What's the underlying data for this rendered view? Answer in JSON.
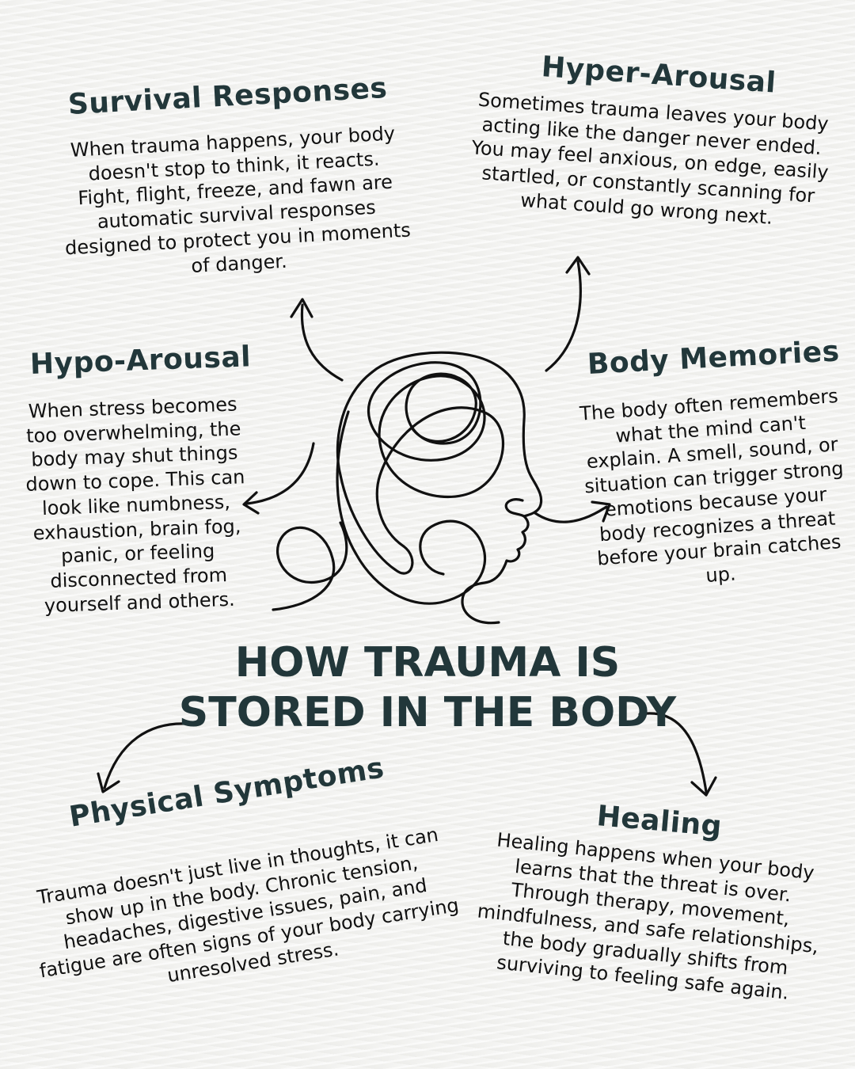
{
  "title": {
    "line1": "HOW TRAUMA IS",
    "line2": "STORED IN THE BODY"
  },
  "sections": {
    "survival": {
      "heading": "Survival Responses",
      "text": "When trauma happens, your body doesn't stop to think, it reacts. Fight, flight, freeze, and fawn are automatic survival responses designed to protect you in moments of danger."
    },
    "hyper": {
      "heading": "Hyper-Arousal",
      "text": "Sometimes trauma leaves your body acting like the danger never ended. You may feel anxious, on edge, easily startled, or constantly scanning for what could go wrong next."
    },
    "hypo": {
      "heading": "Hypo-Arousal",
      "text": "When stress becomes too overwhelming, the body may shut things down to cope. This can look like numbness, exhaustion, brain fog, panic, or feeling disconnected from yourself and others."
    },
    "memories": {
      "heading": "Body Memories",
      "text": "The body often remembers what the mind can't explain. A smell, sound, or situation can trigger strong emotions because your body recognizes a threat before your brain catches up."
    },
    "physical": {
      "heading": "Physical Symptoms",
      "text": "Trauma doesn't just live in thoughts, it can show up in the body. Chronic tension, headaches, digestive issues, pain, and fatigue are often signs of your body carrying unresolved stress."
    },
    "healing": {
      "heading": "Healing",
      "text": "Healing happens when your body learns that the threat is over. Through therapy, movement, mindfulness, and safe relationships, the body gradually shifts from surviving to feeling safe again."
    }
  },
  "colors": {
    "heading": "#22373a",
    "text": "#111111",
    "background": "#f3f3f1"
  },
  "icons": {
    "center": "scribble-head-icon",
    "arrows": "curved-arrow-icon"
  }
}
